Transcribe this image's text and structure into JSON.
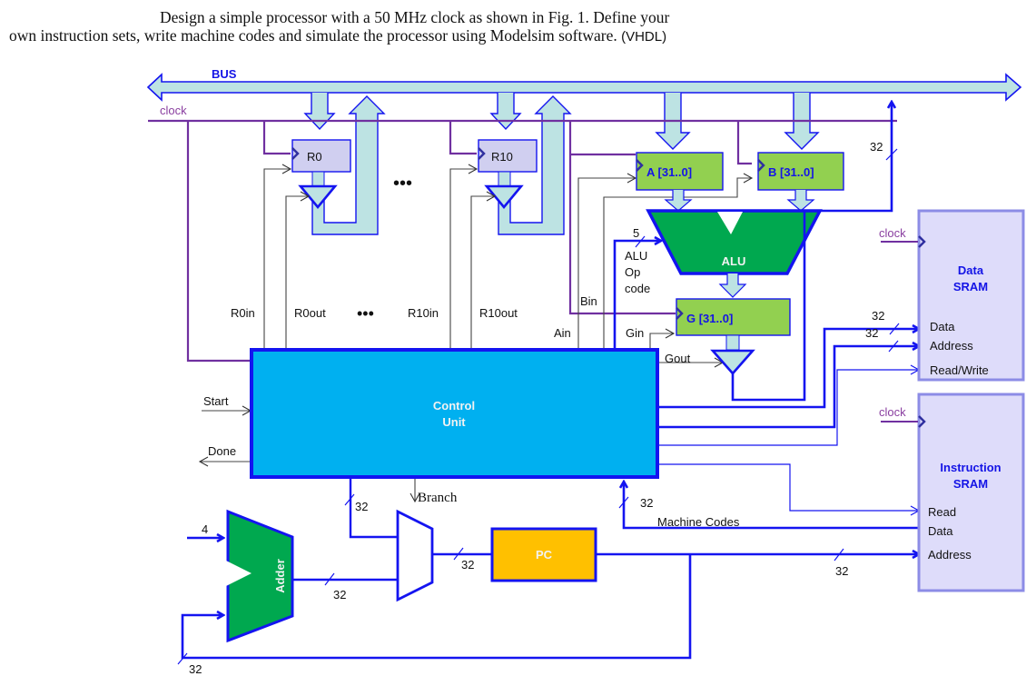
{
  "caption": {
    "line1": "Design a simple processor with a 50 MHz clock as shown in Fig. 1.  Define your",
    "line2": "own instruction sets, write machine codes and simulate the processor using Modelsim software.",
    "language_tag": "(VHDL)"
  },
  "diagram": {
    "bus_label": "BUS",
    "clock_label": "clock",
    "registers": {
      "r0": "R0",
      "r10": "R10",
      "a": "A [31..0]",
      "b": "B [31..0]",
      "g": "G [31..0]"
    },
    "ellipsis": "•••",
    "alu": {
      "label": "ALU",
      "opcode_width": "5",
      "opcode_label_1": "ALU",
      "opcode_label_2": "Op",
      "opcode_label_3": "code"
    },
    "control_signals": {
      "r0in": "R0in",
      "r0out": "R0out",
      "r10in": "R10in",
      "r10out": "R10out",
      "ain": "Ain",
      "bin": "Bin",
      "gin": "Gin",
      "gout": "Gout",
      "start": "Start",
      "done": "Done",
      "branch": "Branch"
    },
    "control_unit": {
      "line1": "Control",
      "line2": "Unit"
    },
    "adder": {
      "label": "Adder",
      "const_input": "4"
    },
    "pc_label": "PC",
    "machine_codes_label": "Machine Codes",
    "bus_width": "32",
    "data_sram": {
      "title_1": "Data",
      "title_2": "SRAM",
      "clock": "clock",
      "ports": [
        "Data",
        "Address",
        "Read/Write"
      ]
    },
    "instruction_sram": {
      "title_1": "Instruction",
      "title_2": "SRAM",
      "clock": "clock",
      "ports": [
        "Read",
        "Data",
        "Address"
      ]
    },
    "colors": {
      "wire_blue": "#1414f0",
      "bus_fill": "#bde3e3",
      "clock_purple": "#7030a0",
      "register_fill": "#d0cff0",
      "green_register": "#92d050",
      "alu_green": "#00a84f",
      "control_unit": "#00b0f0",
      "pc_orange": "#ffc000",
      "sram_fill": "#dedcfa",
      "sram_border": "#8c8ce6"
    }
  }
}
